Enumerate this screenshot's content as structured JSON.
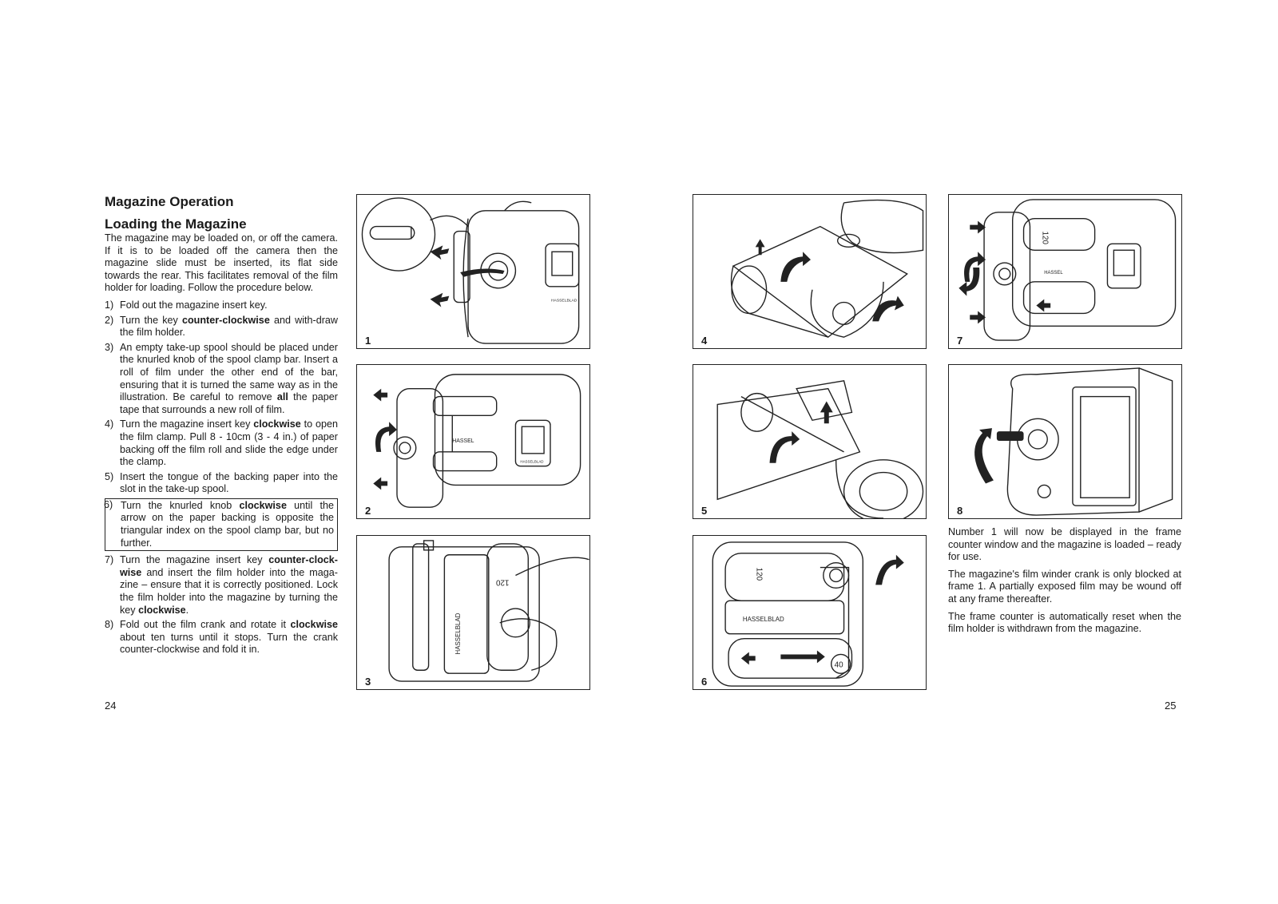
{
  "left_page": {
    "section_heading": "Magazine Operation",
    "title": "Loading the Magazine",
    "intro": "The magazine may be loaded on, or off the camera. If it is to be loaded off the camera then the magazine slide must be inserted, its flat side towards the rear. This facilitates removal of the film holder for loading. Follow the procedure below.",
    "steps": [
      {
        "num": "1)",
        "parts": [
          {
            "t": "Fold out the magazine insert key."
          }
        ]
      },
      {
        "num": "2)",
        "parts": [
          {
            "t": "Turn the key "
          },
          {
            "t": "counter-clockwise",
            "b": true
          },
          {
            "t": " and with-draw the film holder."
          }
        ]
      },
      {
        "num": "3)",
        "parts": [
          {
            "t": "An empty take-up spool should be placed under the knurled knob of the spool clamp bar. Insert a roll of film under the other end of the bar, ensuring that it is turned the same way as in the illustration. Be careful to remove "
          },
          {
            "t": "all",
            "b": true
          },
          {
            "t": " the paper tape that surrounds a new roll of film."
          }
        ]
      },
      {
        "num": "4)",
        "parts": [
          {
            "t": "Turn the magazine insert key "
          },
          {
            "t": "clockwise",
            "b": true
          },
          {
            "t": " to open the film clamp. Pull 8 - 10cm (3 - 4 in.) of paper backing off the film roll and slide the edge under the clamp."
          }
        ]
      },
      {
        "num": "5)",
        "parts": [
          {
            "t": "Insert the tongue of the backing paper into the slot in the take-up spool."
          }
        ]
      },
      {
        "num": "6)",
        "boxed": true,
        "parts": [
          {
            "t": "Turn the knurled knob "
          },
          {
            "t": "clockwise",
            "b": true
          },
          {
            "t": " until the arrow on the paper backing is opposite the triangular index on the spool clamp bar, but no further."
          }
        ]
      },
      {
        "num": "7)",
        "parts": [
          {
            "t": "Turn the magazine insert key "
          },
          {
            "t": "counter-clock-wise",
            "b": true
          },
          {
            "t": " and insert the film holder into the maga-zine – ensure that it is correctly positioned. Lock the film holder into the magazine by turning the key "
          },
          {
            "t": "clockwise",
            "b": true
          },
          {
            "t": "."
          }
        ]
      },
      {
        "num": "8)",
        "parts": [
          {
            "t": "Fold out the film crank and rotate it "
          },
          {
            "t": "clockwise",
            "b": true
          },
          {
            "t": " about ten turns until it stops. Turn the crank counter-clockwise and fold it in."
          }
        ]
      }
    ],
    "page_number": "24"
  },
  "figures": {
    "f1": {
      "label": "1",
      "text": "HASSELBLAD"
    },
    "f2": {
      "label": "2",
      "text": "HASSEL",
      "text2": "HASSELBLAD"
    },
    "f3": {
      "label": "3",
      "text": "HASSELBLAD",
      "text2": "120"
    },
    "f4": {
      "label": "4"
    },
    "f5": {
      "label": "5"
    },
    "f6": {
      "label": "6",
      "text": "HASSELBLAD",
      "text2": "120",
      "text3": "40"
    },
    "f7": {
      "label": "7",
      "text": "HASSEL",
      "text2": "120"
    },
    "f8": {
      "label": "8"
    }
  },
  "right_page": {
    "paragraphs": [
      "Number 1 will now be displayed in the frame counter window and the magazine is loaded – ready for use.",
      "The magazine's film winder crank is only blocked at frame 1. A partially exposed film may be wound off at any frame thereafter.",
      "The frame counter is automatically reset when the film holder is withdrawn from the magazine."
    ],
    "page_number": "25"
  }
}
